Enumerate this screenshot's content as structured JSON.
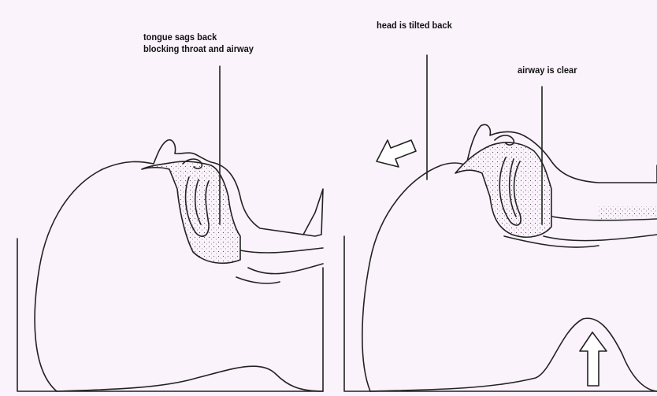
{
  "labels": {
    "tongue_line1": "tongue sags back",
    "tongue_line2": "blocking throat and airway",
    "head_tilted": "head is tilted back",
    "airway_clear": "airway is clear"
  },
  "colors": {
    "background": "#fbf3fb",
    "line": "#222222",
    "fill": "#ffffff"
  }
}
